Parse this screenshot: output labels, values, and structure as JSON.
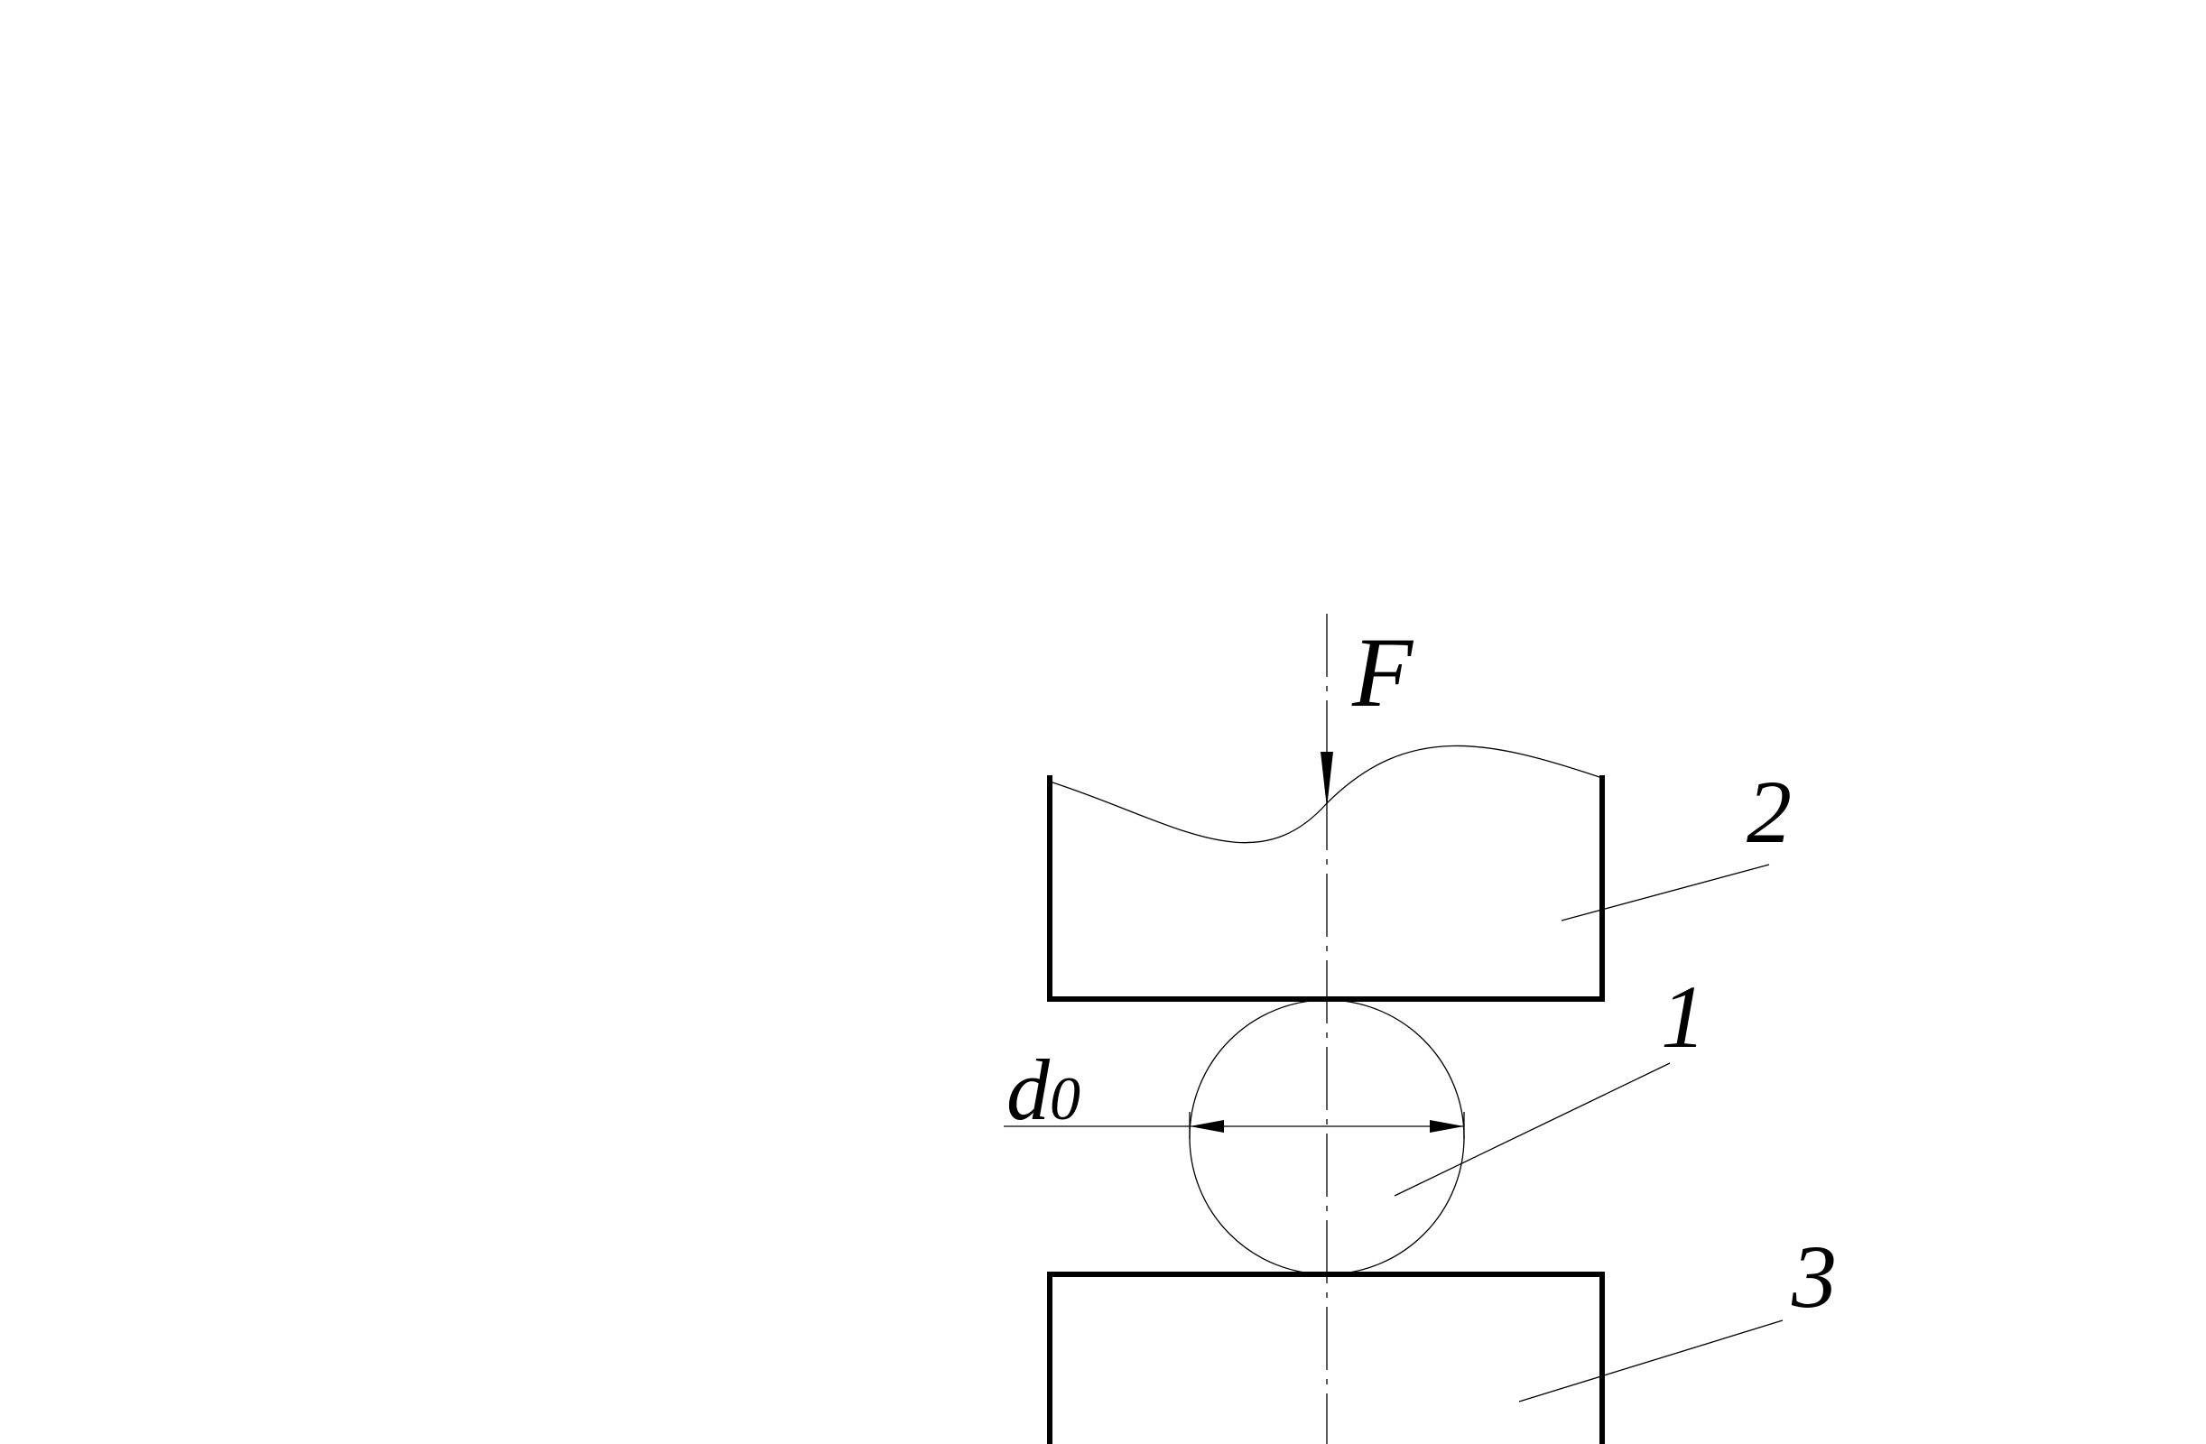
{
  "labels": {
    "force": "F",
    "diameter_main": "d",
    "diameter_sub": "0",
    "part_1": "1",
    "part_2": "2",
    "part_3": "3"
  },
  "colors": {
    "stroke": "#000000",
    "background": "#ffffff"
  }
}
